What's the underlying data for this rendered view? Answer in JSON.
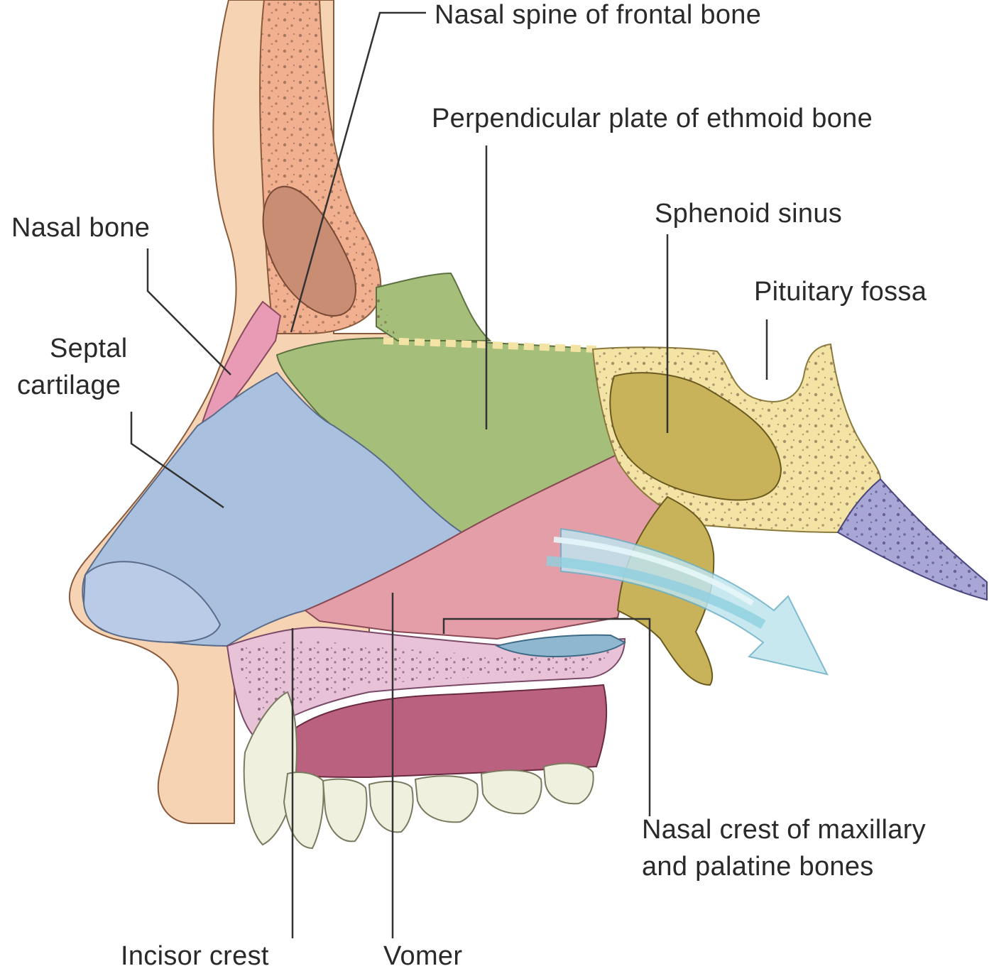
{
  "figure": {
    "colors": {
      "skin": "#f6d3b3",
      "frontal_bone": "#f1b08f",
      "frontal_sinus": "#c98d73",
      "nasal_bone": "#e99bb6",
      "septal_cartilage": "#a9c0de",
      "ethmoid": "#a5bf7a",
      "sphenoid": "#f3e3a4",
      "sphenoid_sinus": "#c8b35a",
      "vomer": "#e49ea7",
      "occipital": "#a8a6d4",
      "palate": "#e8c3d8",
      "gum": "#b9617e",
      "teeth": "#f0f0df",
      "airflow": "#bfe4ee",
      "leader": "#333333"
    },
    "labels": {
      "nasal_spine": "Nasal spine of frontal bone",
      "perpendicular_plate": "Perpendicular plate of ethmoid bone",
      "sphenoid_sinus": "Sphenoid sinus",
      "pituitary_fossa": "Pituitary fossa",
      "nasal_bone": "Nasal bone",
      "septal_cartilage_line1": "Septal",
      "septal_cartilage_line2": "cartilage",
      "nasal_crest_line1": "Nasal crest of maxillary",
      "nasal_crest_line2": "and palatine bones",
      "incisor_crest": "Incisor crest",
      "vomer": "Vomer"
    }
  }
}
